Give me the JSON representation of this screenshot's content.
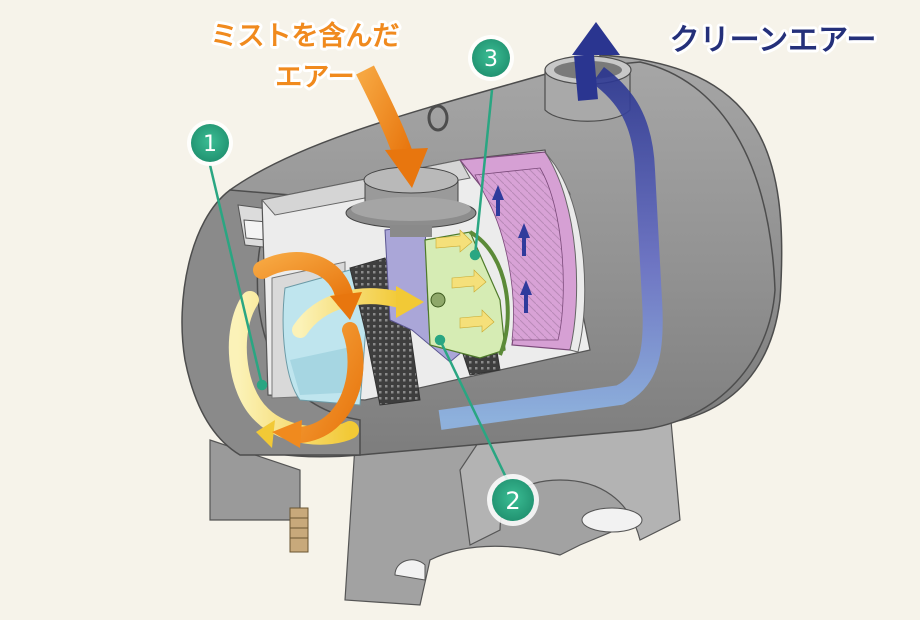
{
  "labels": {
    "mist_air_line1": "ミストを含んだ",
    "mist_air_line2": "エアー",
    "clean_air": "クリーンエアー"
  },
  "markers": [
    "1",
    "2",
    "3"
  ],
  "colors": {
    "background": "#f6f3ea",
    "body_gray": "#8e8e8e",
    "body_dark": "#6f6f6f",
    "interior": "#e9e9e9",
    "filter_blue": "#b9e4ec",
    "mesh_dark": "#4a4a4a",
    "duct_violet": "#a9a6d6",
    "plate_green": "#d7ecb7",
    "fan_pink": "#d9a6d8",
    "marker_teal": "#2aa682",
    "mist_orange": "#f08a1e",
    "swirl_yellow": "#f6d54a",
    "clean_air_navy": "#24307a",
    "flow_blue": "#3a4aa8"
  },
  "icons": [
    "orange-inflow-arrow",
    "yellow-swirl-arrow",
    "clean-air-outflow-arrow"
  ]
}
